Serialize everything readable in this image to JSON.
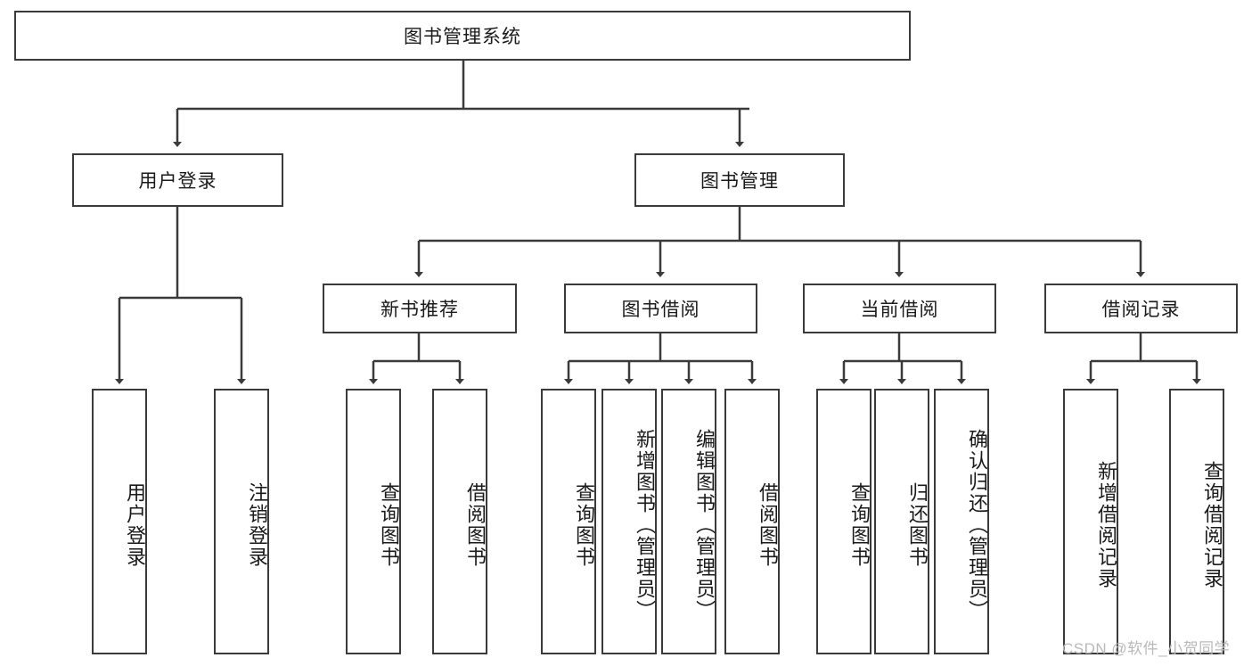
{
  "diagram": {
    "title_node": {
      "label": "图书管理系统"
    },
    "level2": [
      {
        "id": "user-login",
        "label": "用户登录"
      },
      {
        "id": "book-manage",
        "label": "图书管理"
      }
    ],
    "level3": [
      {
        "id": "new-book-recommend",
        "label": "新书推荐"
      },
      {
        "id": "book-borrow",
        "label": "图书借阅"
      },
      {
        "id": "current-borrow",
        "label": "当前借阅"
      },
      {
        "id": "borrow-record",
        "label": "借阅记录"
      }
    ],
    "leaves": [
      {
        "id": "leaf-user-login",
        "label": "用户登录",
        "parent": "user-login"
      },
      {
        "id": "leaf-logout-login",
        "label": "注销登录",
        "parent": "user-login"
      },
      {
        "id": "leaf-query-book-1",
        "label": "查询图书",
        "parent": "new-book-recommend"
      },
      {
        "id": "leaf-borrow-book-1",
        "label": "借阅图书",
        "parent": "new-book-recommend"
      },
      {
        "id": "leaf-query-book-2",
        "label": "查询图书",
        "parent": "book-borrow"
      },
      {
        "id": "leaf-add-book",
        "label": "新增图书（管理员）",
        "parent": "book-borrow"
      },
      {
        "id": "leaf-edit-book",
        "label": "编辑图书（管理员）",
        "parent": "book-borrow"
      },
      {
        "id": "leaf-borrow-book-2",
        "label": "借阅图书",
        "parent": "book-borrow"
      },
      {
        "id": "leaf-query-book-3",
        "label": "查询图书",
        "parent": "current-borrow"
      },
      {
        "id": "leaf-return-book",
        "label": "归还图书",
        "parent": "current-borrow"
      },
      {
        "id": "leaf-confirm-return",
        "label": "确认归还（管理员）",
        "parent": "current-borrow"
      },
      {
        "id": "leaf-add-borrow-record",
        "label": "新增借阅记录",
        "parent": "borrow-record"
      },
      {
        "id": "leaf-query-borrow-record",
        "label": "查询借阅记录",
        "parent": "borrow-record"
      }
    ],
    "watermark": "CSDN @软件_小贺同学",
    "colors": {
      "stroke": "#3a3a3a",
      "background": "#ffffff",
      "text": "#1a1a1a",
      "watermark": "#b9b9b9"
    }
  }
}
